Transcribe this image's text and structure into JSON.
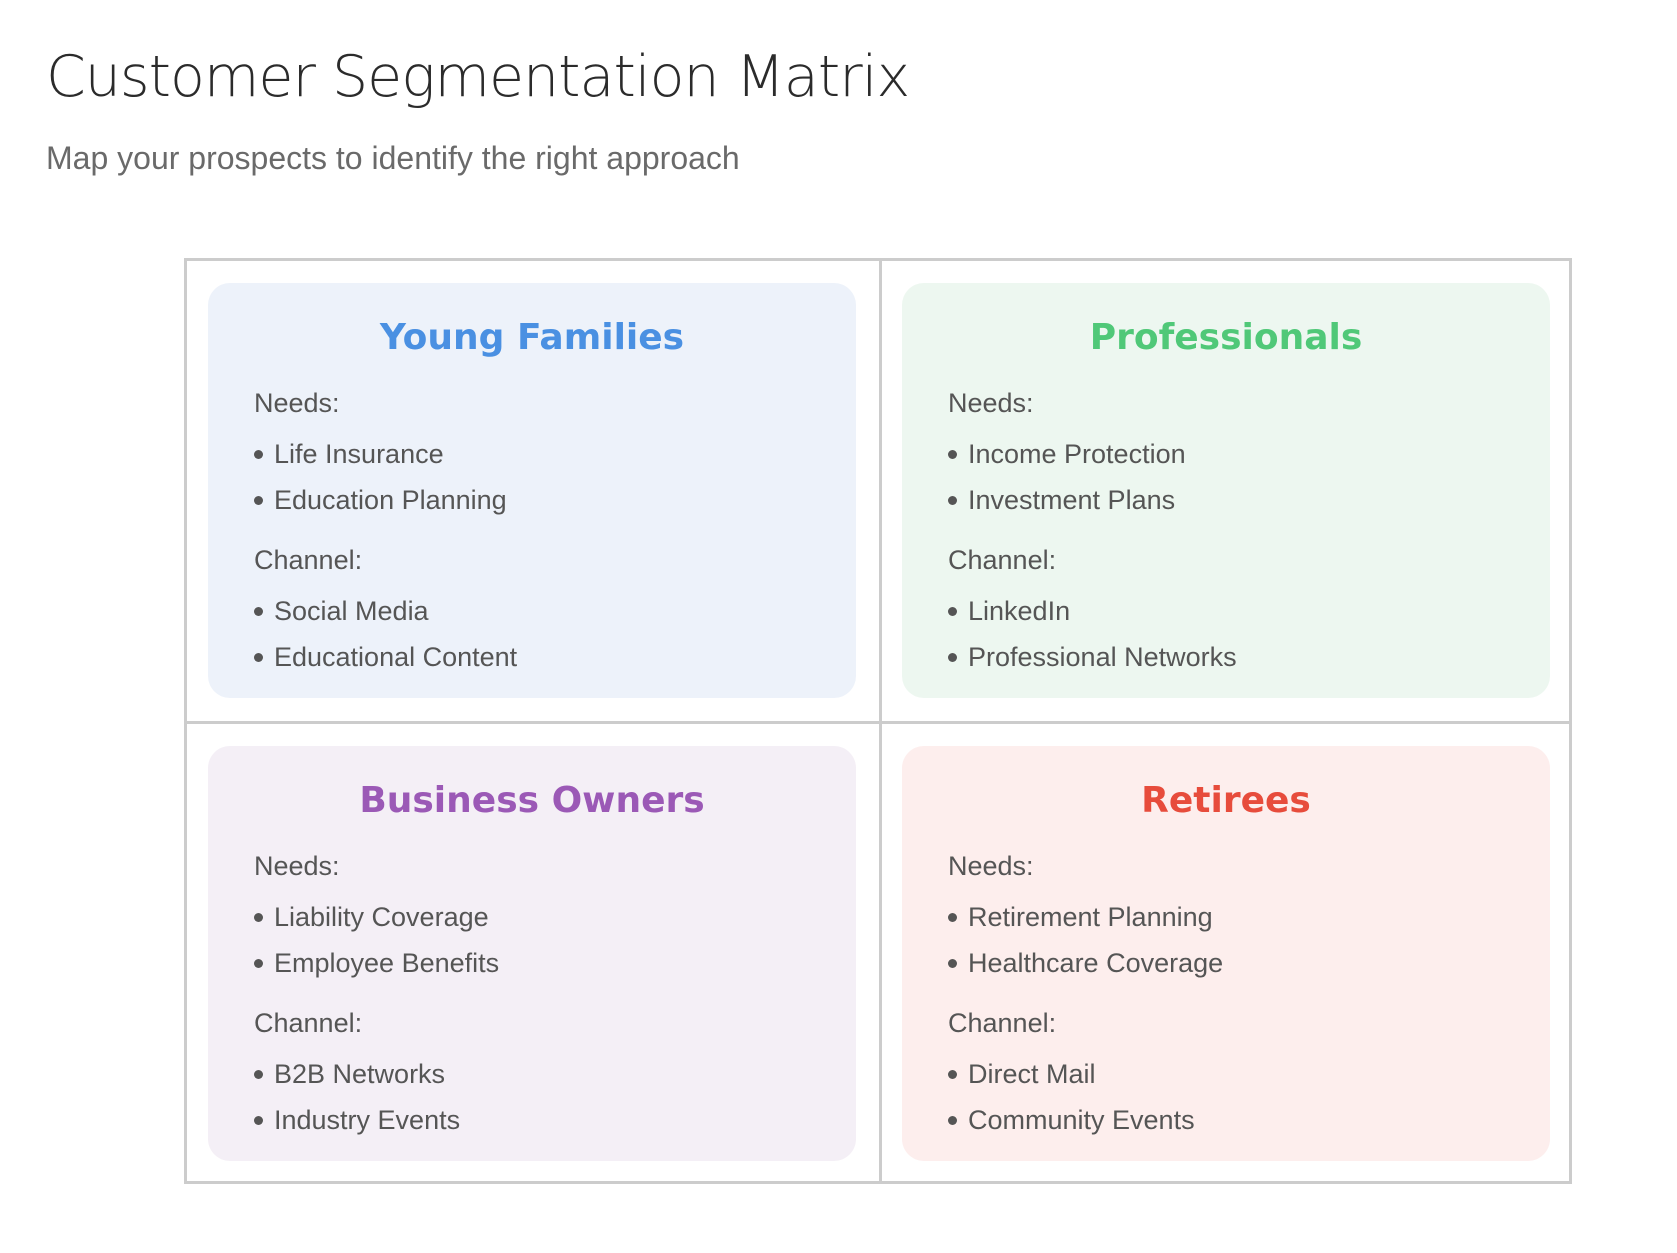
{
  "header": {
    "title": "Customer Segmentation Matrix",
    "subtitle": "Map your prospects to identify the right approach"
  },
  "labels": {
    "needs": "Needs:",
    "channel": "Channel:"
  },
  "segments": [
    {
      "title": "Young Families",
      "color": "#4a90e2",
      "background": "#edf2fa",
      "needs": [
        "Life Insurance",
        "Education Planning"
      ],
      "channels": [
        "Social Media",
        "Educational Content"
      ]
    },
    {
      "title": "Professionals",
      "color": "#50c878",
      "background": "#edf7f0",
      "needs": [
        "Income Protection",
        "Investment Plans"
      ],
      "channels": [
        "LinkedIn",
        "Professional Networks"
      ]
    },
    {
      "title": "Business Owners",
      "color": "#9b59b6",
      "background": "#f4eff6",
      "needs": [
        "Liability Coverage",
        "Employee Benefits"
      ],
      "channels": [
        "B2B Networks",
        "Industry Events"
      ]
    },
    {
      "title": "Retirees",
      "color": "#e74c3c",
      "background": "#fdeeed",
      "needs": [
        "Retirement Planning",
        "Healthcare Coverage"
      ],
      "channels": [
        "Direct Mail",
        "Community Events"
      ]
    }
  ]
}
